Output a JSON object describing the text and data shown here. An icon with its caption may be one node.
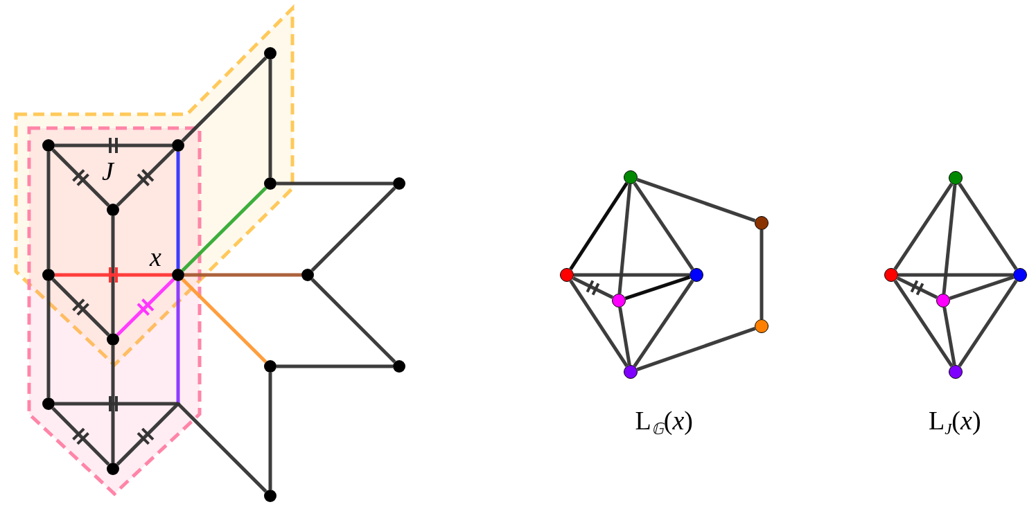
{
  "diagram": {
    "nodes": [
      {
        "text": [],
        "shape": "circle"
      },
      {
        "text": [],
        "shape": "circle"
      },
      {
        "text": [],
        "shape": "circle"
      },
      {
        "text": [],
        "shape": "circle"
      },
      {
        "text": [],
        "shape": "circle",
        "beside": [
          "*x*"
        ]
      },
      {
        "text": [],
        "shape": "circle"
      },
      {
        "text": [],
        "shape": "circle"
      },
      {
        "text": [],
        "shape": "point"
      },
      {
        "text": [],
        "shape": "circle"
      },
      {
        "text": [],
        "shape": "circle"
      },
      {
        "text": [],
        "shape": "circle"
      },
      {
        "text": [],
        "shape": "circle"
      },
      {
        "text": [],
        "shape": "circle"
      },
      {
        "text": [],
        "shape": "circle"
      },
      {
        "text": [],
        "shape": "circle"
      },
      {
        "text": [],
        "shape": "circle"
      },
      {
        "text": [],
        "shape": "circle"
      },
      {
        "text": [],
        "shape": "circle"
      },
      {
        "text": [],
        "shape": "circle"
      },
      {
        "text": [],
        "shape": "circle"
      },
      {
        "text": [],
        "shape": "circle"
      },
      {
        "text": [],
        "shape": "circle"
      },
      {
        "text": [],
        "shape": "circle"
      },
      {
        "text": [],
        "shape": "circle"
      },
      {
        "text": [],
        "shape": "circle"
      },
      {
        "text": [],
        "shape": "circle"
      },
      {
        "text": [],
        "shape": "circle"
      },
      {
        "text": [],
        "shape": "circle"
      }
    ],
    "edges": [
      {
        "from": 0,
        "to": 1,
        "arrow": "none"
      },
      {
        "from": 0,
        "to": 2,
        "arrow": "none"
      },
      {
        "from": 1,
        "to": 2,
        "arrow": "none"
      },
      {
        "from": 0,
        "to": 3,
        "arrow": "none"
      },
      {
        "from": 2,
        "to": 5,
        "arrow": "none"
      },
      {
        "from": 3,
        "to": 4,
        "arrow": "none",
        "color": "#ff3333"
      },
      {
        "from": 3,
        "to": 5,
        "arrow": "none"
      },
      {
        "from": 5,
        "to": 4,
        "arrow": "none",
        "color": "#ff33ff"
      },
      {
        "from": 1,
        "to": 4,
        "arrow": "none",
        "color": "#3333ff"
      },
      {
        "from": 4,
        "to": 7,
        "arrow": "none",
        "color": "#8833ff"
      },
      {
        "from": 3,
        "to": 6,
        "arrow": "none"
      },
      {
        "from": 6,
        "to": 7,
        "arrow": "none"
      },
      {
        "from": 6,
        "to": 8,
        "arrow": "none"
      },
      {
        "from": 7,
        "to": 8,
        "arrow": "none"
      },
      {
        "from": 5,
        "to": 8,
        "arrow": "none"
      },
      {
        "from": 1,
        "to": 9,
        "arrow": "none"
      },
      {
        "from": 9,
        "to": 10,
        "arrow": "none"
      },
      {
        "from": 10,
        "to": 4,
        "arrow": "none",
        "color": "#33aa33"
      },
      {
        "from": 10,
        "to": 11,
        "arrow": "none"
      },
      {
        "from": 11,
        "to": 12,
        "arrow": "none"
      },
      {
        "from": 12,
        "to": 4,
        "arrow": "none",
        "color": "#a85a32"
      },
      {
        "from": 12,
        "to": 14,
        "arrow": "none"
      },
      {
        "from": 14,
        "to": 13,
        "arrow": "none"
      },
      {
        "from": 13,
        "to": 4,
        "arrow": "none",
        "color": "#ff9933"
      },
      {
        "from": 13,
        "to": 15,
        "arrow": "none"
      },
      {
        "from": 15,
        "to": 7,
        "arrow": "none"
      },
      {
        "from": 16,
        "to": 17,
        "arrow": "none",
        "color": "#000000"
      },
      {
        "from": 16,
        "to": 19,
        "arrow": "none"
      },
      {
        "from": 16,
        "to": 18,
        "arrow": "none"
      },
      {
        "from": 16,
        "to": 21,
        "arrow": "none"
      },
      {
        "from": 17,
        "to": 18,
        "arrow": "none"
      },
      {
        "from": 17,
        "to": 19,
        "arrow": "none"
      },
      {
        "from": 19,
        "to": 18,
        "arrow": "none",
        "color": "#000000"
      },
      {
        "from": 17,
        "to": 20,
        "arrow": "none"
      },
      {
        "from": 19,
        "to": 20,
        "arrow": "none"
      },
      {
        "from": 18,
        "to": 20,
        "arrow": "none"
      },
      {
        "from": 21,
        "to": 22,
        "arrow": "none"
      },
      {
        "from": 22,
        "to": 20,
        "arrow": "none"
      },
      {
        "from": 23,
        "to": 24,
        "arrow": "none"
      },
      {
        "from": 23,
        "to": 26,
        "arrow": "none"
      },
      {
        "from": 23,
        "to": 25,
        "arrow": "none"
      },
      {
        "from": 24,
        "to": 25,
        "arrow": "none"
      },
      {
        "from": 24,
        "to": 26,
        "arrow": "none"
      },
      {
        "from": 26,
        "to": 25,
        "arrow": "none"
      },
      {
        "from": 24,
        "to": 27,
        "arrow": "none"
      },
      {
        "from": 26,
        "to": 27,
        "arrow": "none"
      },
      {
        "from": 25,
        "to": 27,
        "arrow": "none"
      }
    ],
    "labels": [
      "*J*",
      "L$_{𝔾}$(*x*)",
      "L$_{J}$(*x*)"
    ]
  }
}
